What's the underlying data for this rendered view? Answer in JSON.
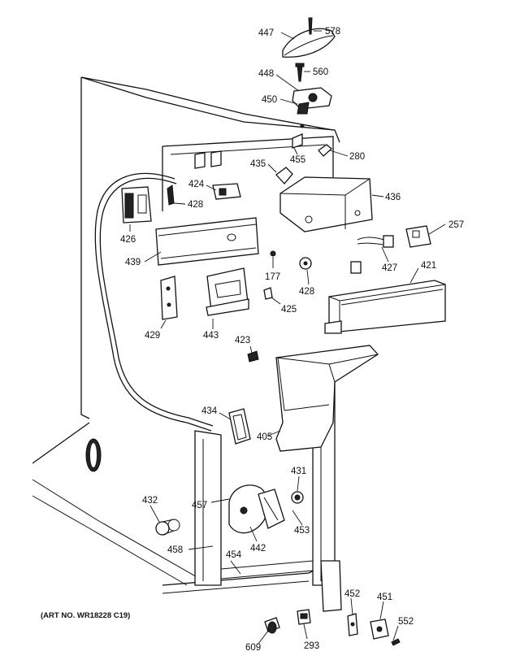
{
  "labels": {
    "l578": "578",
    "l447": "447",
    "l560": "560",
    "l448": "448",
    "l450": "450",
    "l280": "280",
    "l455": "455",
    "l435": "435",
    "l424": "424",
    "l428a": "428",
    "l436": "436",
    "l426": "426",
    "l257": "257",
    "l439": "439",
    "l177": "177",
    "l427": "427",
    "l421": "421",
    "l428b": "428",
    "l425": "425",
    "l429": "429",
    "l443": "443",
    "l423": "423",
    "l434": "434",
    "l405": "405",
    "l431": "431",
    "l432": "432",
    "l457": "457",
    "l453": "453",
    "l442": "442",
    "l458": "458",
    "l454": "454",
    "l452": "452",
    "l451": "451",
    "l552": "552",
    "l609": "609",
    "l293": "293"
  },
  "caption": "(ART NO. WR18228 C19)"
}
